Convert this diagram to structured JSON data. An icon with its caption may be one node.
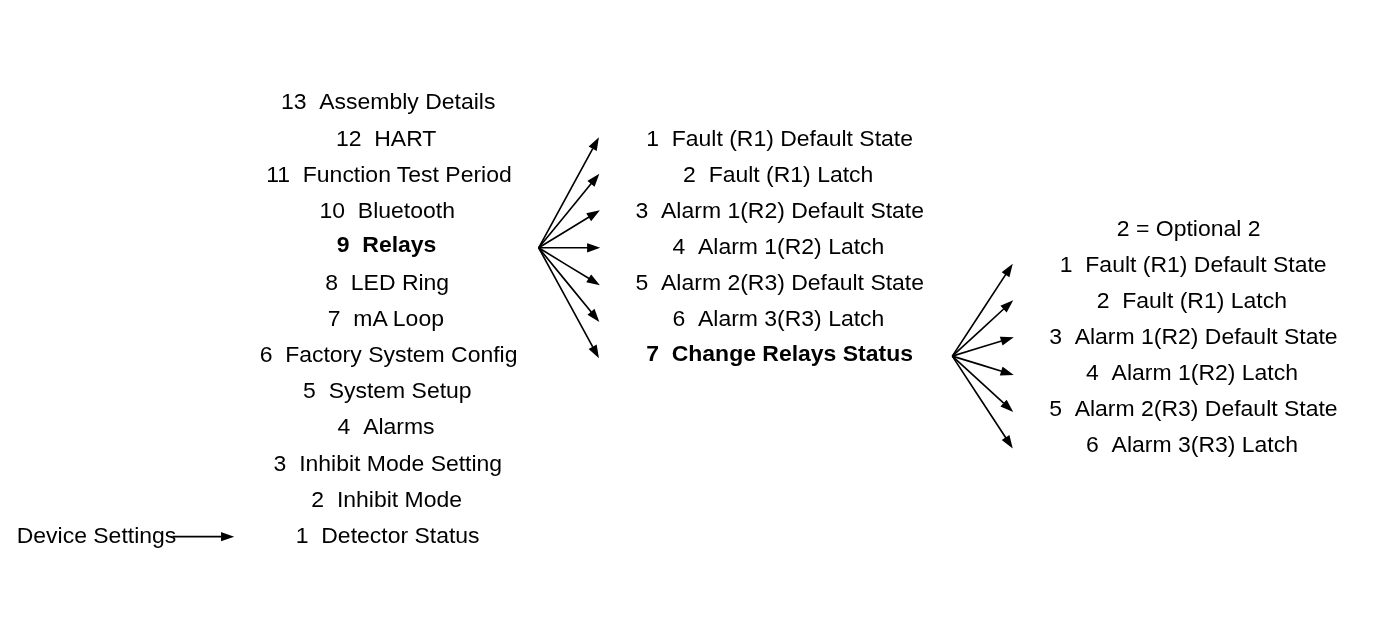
{
  "diagram": {
    "nodes": [
      {
        "text": [
          "Device Settings"
        ]
      },
      {
        "text": [
          "1  Detector Status"
        ]
      },
      {
        "text": [
          "2  Inhibit Mode"
        ]
      },
      {
        "text": [
          "3  Inhibit Mode Setting"
        ]
      },
      {
        "text": [
          "4  Alarms"
        ]
      },
      {
        "text": [
          "5  System Setup"
        ]
      },
      {
        "text": [
          "6  Factory System Config"
        ]
      },
      {
        "text": [
          "7  mA Loop"
        ]
      },
      {
        "text": [
          "8  LED Ring"
        ]
      },
      {
        "text": [
          "9  Relays"
        ]
      },
      {
        "text": [
          "10  Bluetooth"
        ]
      },
      {
        "text": [
          "11  Function Test Period"
        ]
      },
      {
        "text": [
          "12  HART"
        ]
      },
      {
        "text": [
          "13  Assembly Details"
        ]
      },
      {
        "text": [
          "1  Fault (R1) Default State"
        ]
      },
      {
        "text": [
          "2  Fault (R1) Latch"
        ]
      },
      {
        "text": [
          "3  Alarm 1(R2) Default State"
        ]
      },
      {
        "text": [
          "4  Alarm 1(R2) Latch"
        ]
      },
      {
        "text": [
          "5  Alarm 2(R3) Default State"
        ]
      },
      {
        "text": [
          "6  Alarm 3(R3) Latch"
        ]
      },
      {
        "text": [
          "7  Change Relays Status"
        ]
      },
      {
        "text": [
          "1  Fault (R1) Default State"
        ]
      },
      {
        "text": [
          "2  Fault (R1) Latch"
        ]
      },
      {
        "text": [
          "3  Alarm 1(R2) Default State"
        ]
      },
      {
        "text": [
          "4  Alarm 1(R2) Latch"
        ]
      },
      {
        "text": [
          "5  Alarm 2(R3) Default State"
        ]
      },
      {
        "text": [
          "6  Alarm 3(R3) Latch"
        ]
      }
    ],
    "edges": [
      {
        "from": 0,
        "to": 1,
        "arrow": "to"
      },
      {
        "from": 9,
        "to": 14,
        "arrow": "to"
      },
      {
        "from": 9,
        "to": 15,
        "arrow": "to"
      },
      {
        "from": 9,
        "to": 16,
        "arrow": "to"
      },
      {
        "from": 9,
        "to": 17,
        "arrow": "to"
      },
      {
        "from": 9,
        "to": 18,
        "arrow": "to"
      },
      {
        "from": 9,
        "to": 19,
        "arrow": "to"
      },
      {
        "from": 9,
        "to": 20,
        "arrow": "to"
      },
      {
        "from": 20,
        "to": 21,
        "arrow": "to"
      },
      {
        "from": 20,
        "to": 22,
        "arrow": "to"
      },
      {
        "from": 20,
        "to": 23,
        "arrow": "to"
      },
      {
        "from": 20,
        "to": 24,
        "arrow": "to"
      },
      {
        "from": 20,
        "to": 25,
        "arrow": "to"
      },
      {
        "from": 20,
        "to": 26,
        "arrow": "to"
      }
    ],
    "labels": [
      "2 = Optional 2"
    ]
  }
}
